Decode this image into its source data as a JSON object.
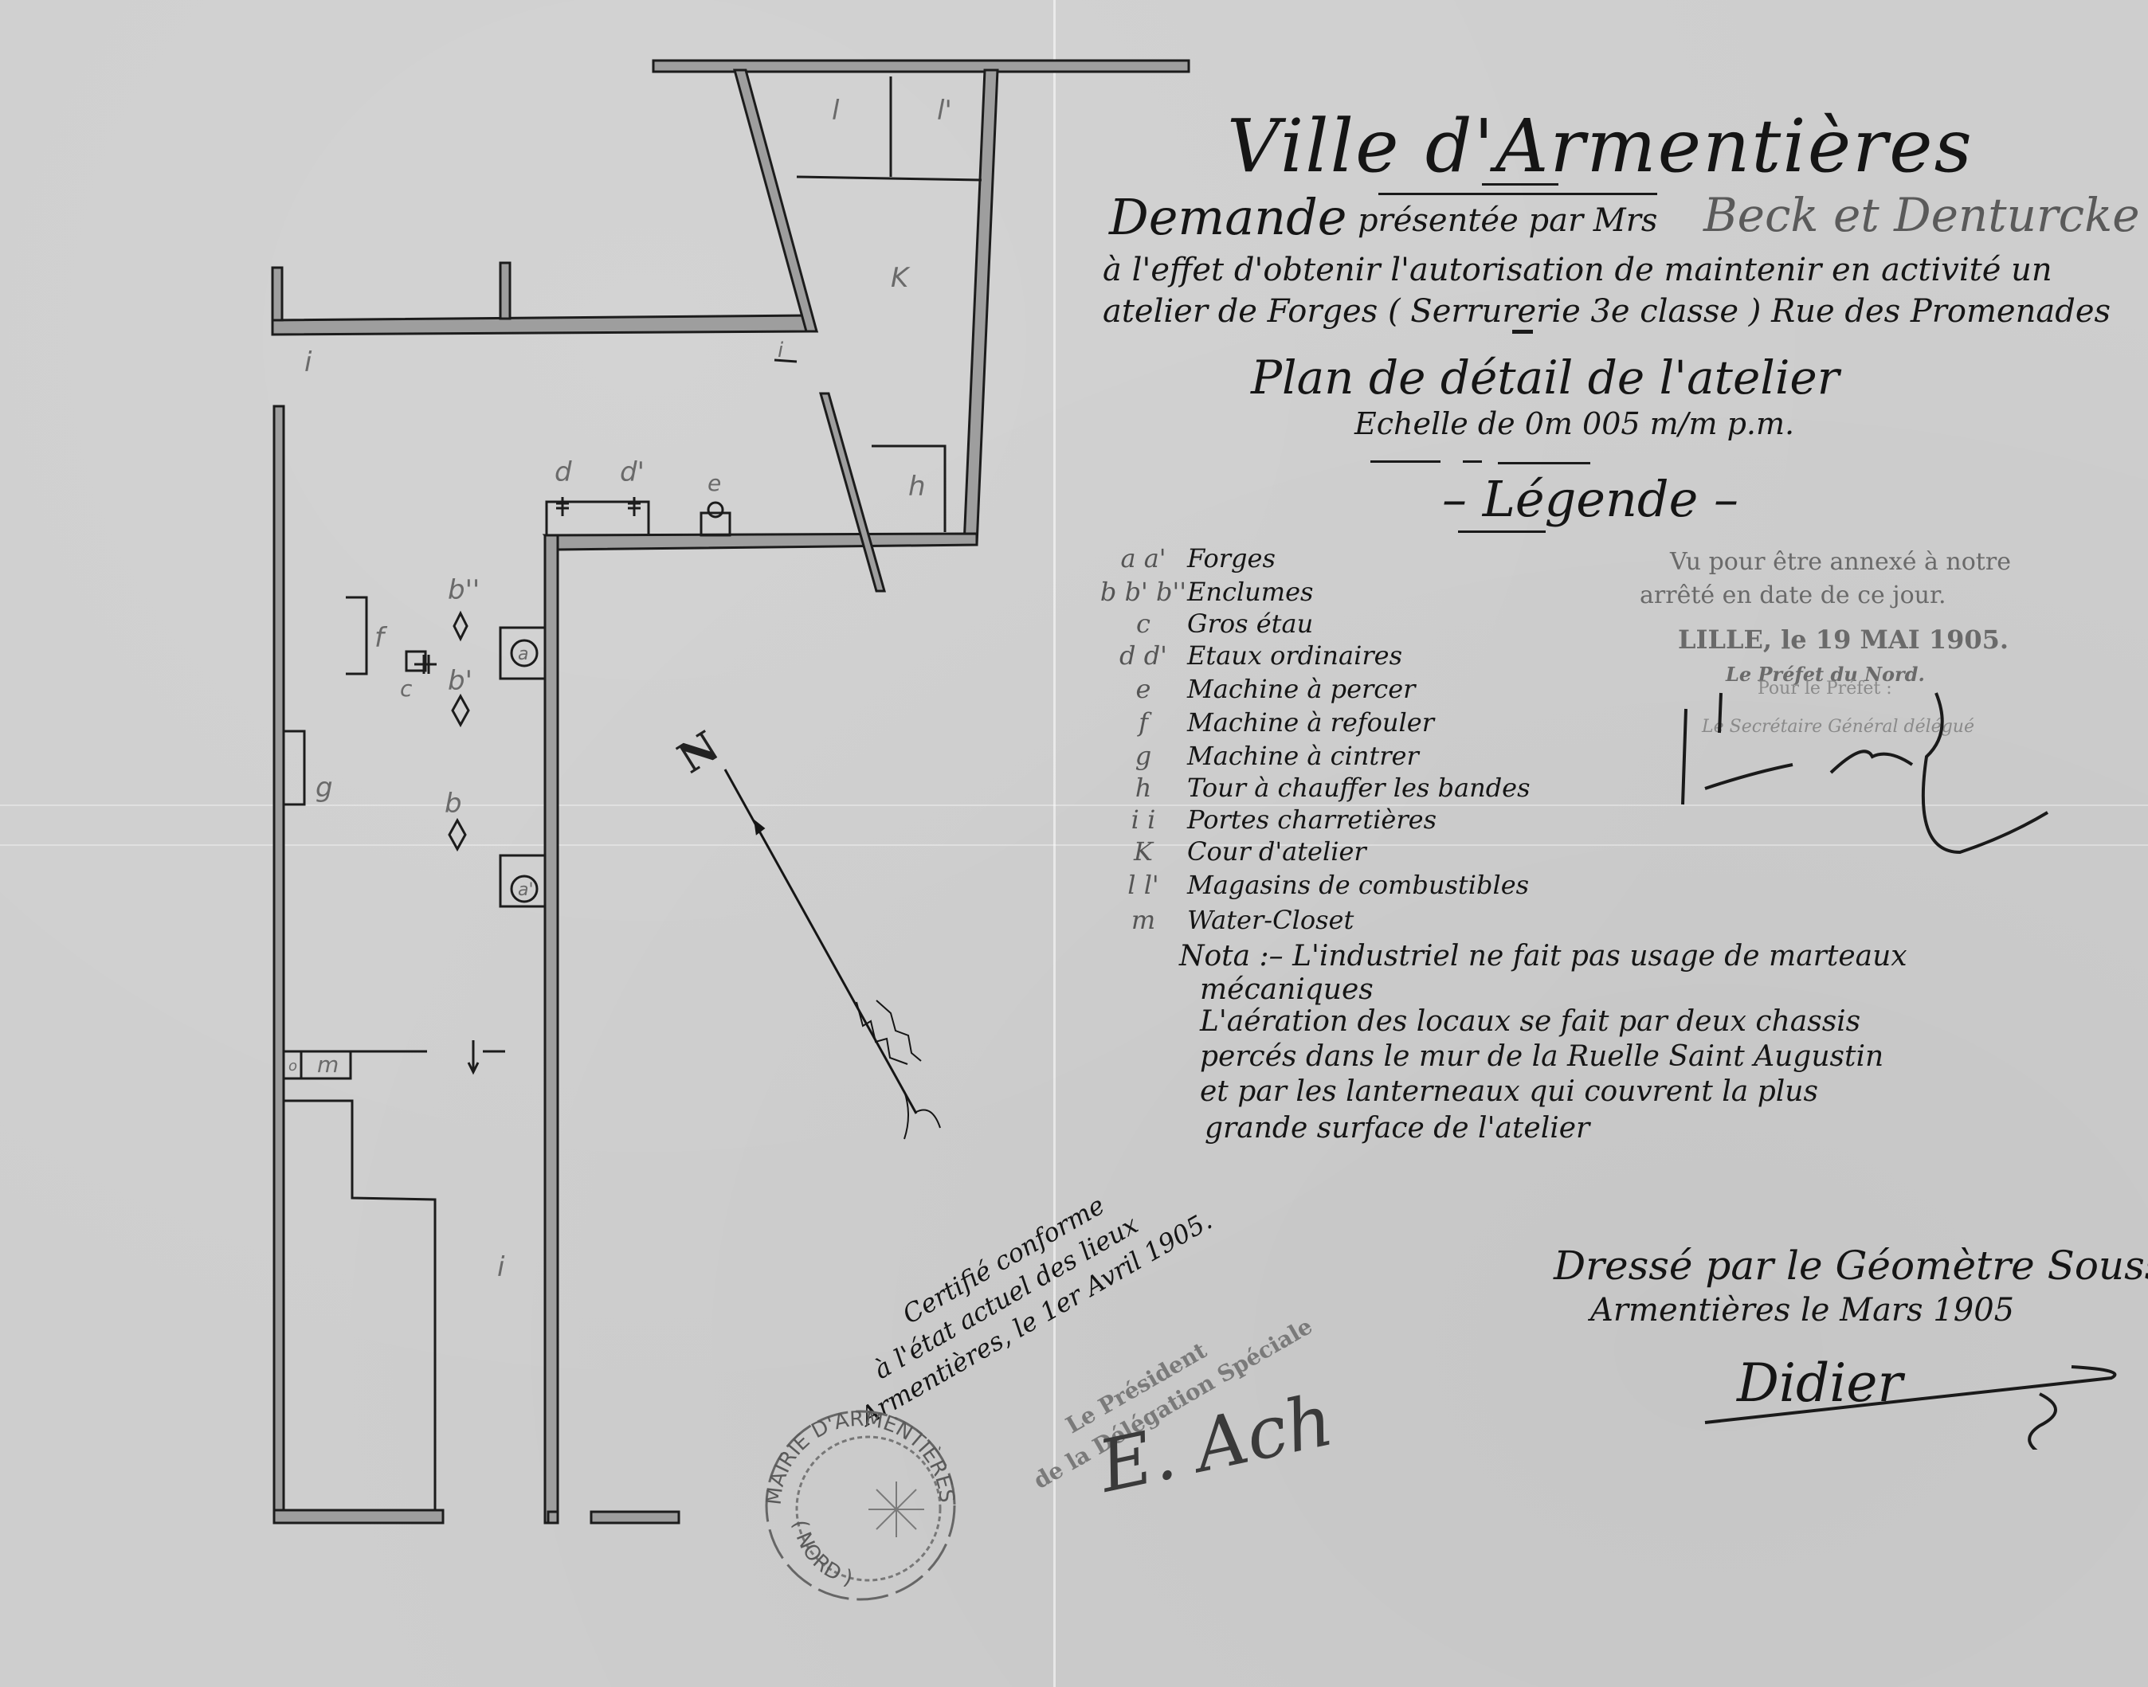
{
  "document": {
    "title": "Ville d'Armentières",
    "request": {
      "line1_prefix": "Demande",
      "line1_middle": "présentée par Mrs",
      "applicants": "Beck et Denturcke",
      "line2": "à l'effet d'obtenir l'autorisation de maintenir en activité un",
      "line3": "atelier de Forges ( Serrurerie 3e classe ) Rue des Promenades"
    },
    "plan_title": "Plan de détail de l'atelier",
    "scale": "Echelle de 0m 005 m/m p.m.",
    "legend_title": "– Légende –",
    "legend": [
      {
        "key": "a a'",
        "label": "Forges"
      },
      {
        "key": "b b' b''",
        "label": "Enclumes"
      },
      {
        "key": "c",
        "label": "Gros étau"
      },
      {
        "key": "d d'",
        "label": "Etaux ordinaires"
      },
      {
        "key": "e",
        "label": "Machine à percer"
      },
      {
        "key": "f",
        "label": "Machine à refouler"
      },
      {
        "key": "g",
        "label": "Machine à cintrer"
      },
      {
        "key": "h",
        "label": "Tour à chauffer les bandes"
      },
      {
        "key": "i i",
        "label": "Portes charretières"
      },
      {
        "key": "K",
        "label": "Cour d'atelier"
      },
      {
        "key": "l l'",
        "label": "Magasins de combustibles"
      },
      {
        "key": "m",
        "label": "Water-Closet"
      }
    ],
    "nota": [
      "Nota :– L'industriel ne fait pas usage de marteaux",
      "mécaniques",
      "L'aération des locaux se fait par deux chassis",
      "percés dans le mur de la Ruelle Saint Augustin",
      "et par les lanterneaux qui couvrent la plus",
      "grande surface de l'atelier"
    ],
    "prefecture_stamp": {
      "line1": "Vu pour être annexé à notre",
      "line2": "arrêté en date de ce jour.",
      "line3": "LILLE, le 19 MAI 1905.",
      "line4": "Le Préfet du Nord.",
      "line5": "Pour le Préfet :",
      "line6": "Le Secrétaire Général délégué"
    },
    "drafted": {
      "line1": "Dressé par le Géomètre Soussigné",
      "line2": "Armentières le    Mars 1905",
      "signature": "Didier"
    },
    "certification": {
      "line1": "Certifié conforme",
      "line2": "à l'état actuel des lieux",
      "line3": "Armentières, le 1er Avril 1905."
    },
    "mairie_stamp": {
      "outer": "MAIRIE D'ARMENTIÈRES",
      "bottom": "( NORD )"
    },
    "delegation_stamp": {
      "line1": "Le Président",
      "line2": "de la Délégation Spéciale"
    },
    "mayor_signature": "E. Ach"
  },
  "plan_labels": {
    "i_top": "i",
    "i_arrow": "i",
    "i_bottom": "i",
    "K": "K",
    "l": "l",
    "l_prime": "l'",
    "h": "h",
    "d": "d",
    "d_prime": "d'",
    "e": "e",
    "f": "f",
    "g": "g",
    "c": "c",
    "b": "b",
    "b_prime": "b'",
    "b_double": "b''",
    "a": "a",
    "a_prime": "a'",
    "m": "m",
    "o": "o",
    "north": "N"
  },
  "colors": {
    "paper": "#cecece",
    "ink": "#151515",
    "wall_fill": "#9a9a9a",
    "pencil": "#6a6a6a",
    "stamp": "#6a6a6a"
  }
}
